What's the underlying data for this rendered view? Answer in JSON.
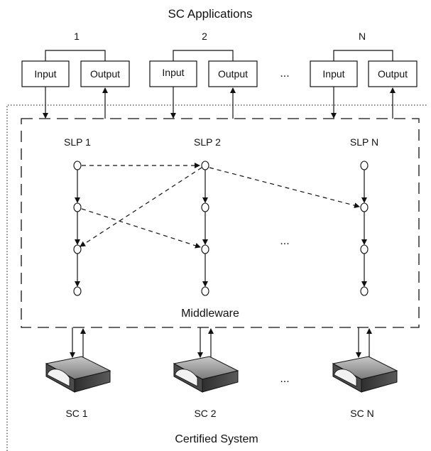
{
  "title": "SC Applications",
  "applications": [
    {
      "id": "1",
      "input_label": "Input",
      "output_label": "Output"
    },
    {
      "id": "2",
      "input_label": "Input",
      "output_label": "Output"
    },
    {
      "id": "N",
      "input_label": "Input",
      "output_label": "Output"
    }
  ],
  "ellipsis": "...",
  "slps": [
    "SLP 1",
    "SLP 2",
    "SLP N"
  ],
  "middleware_label": "Middleware",
  "smart_cards": [
    "SC 1",
    "SC 2",
    "SC N"
  ],
  "certified_system_label": "Certified System"
}
